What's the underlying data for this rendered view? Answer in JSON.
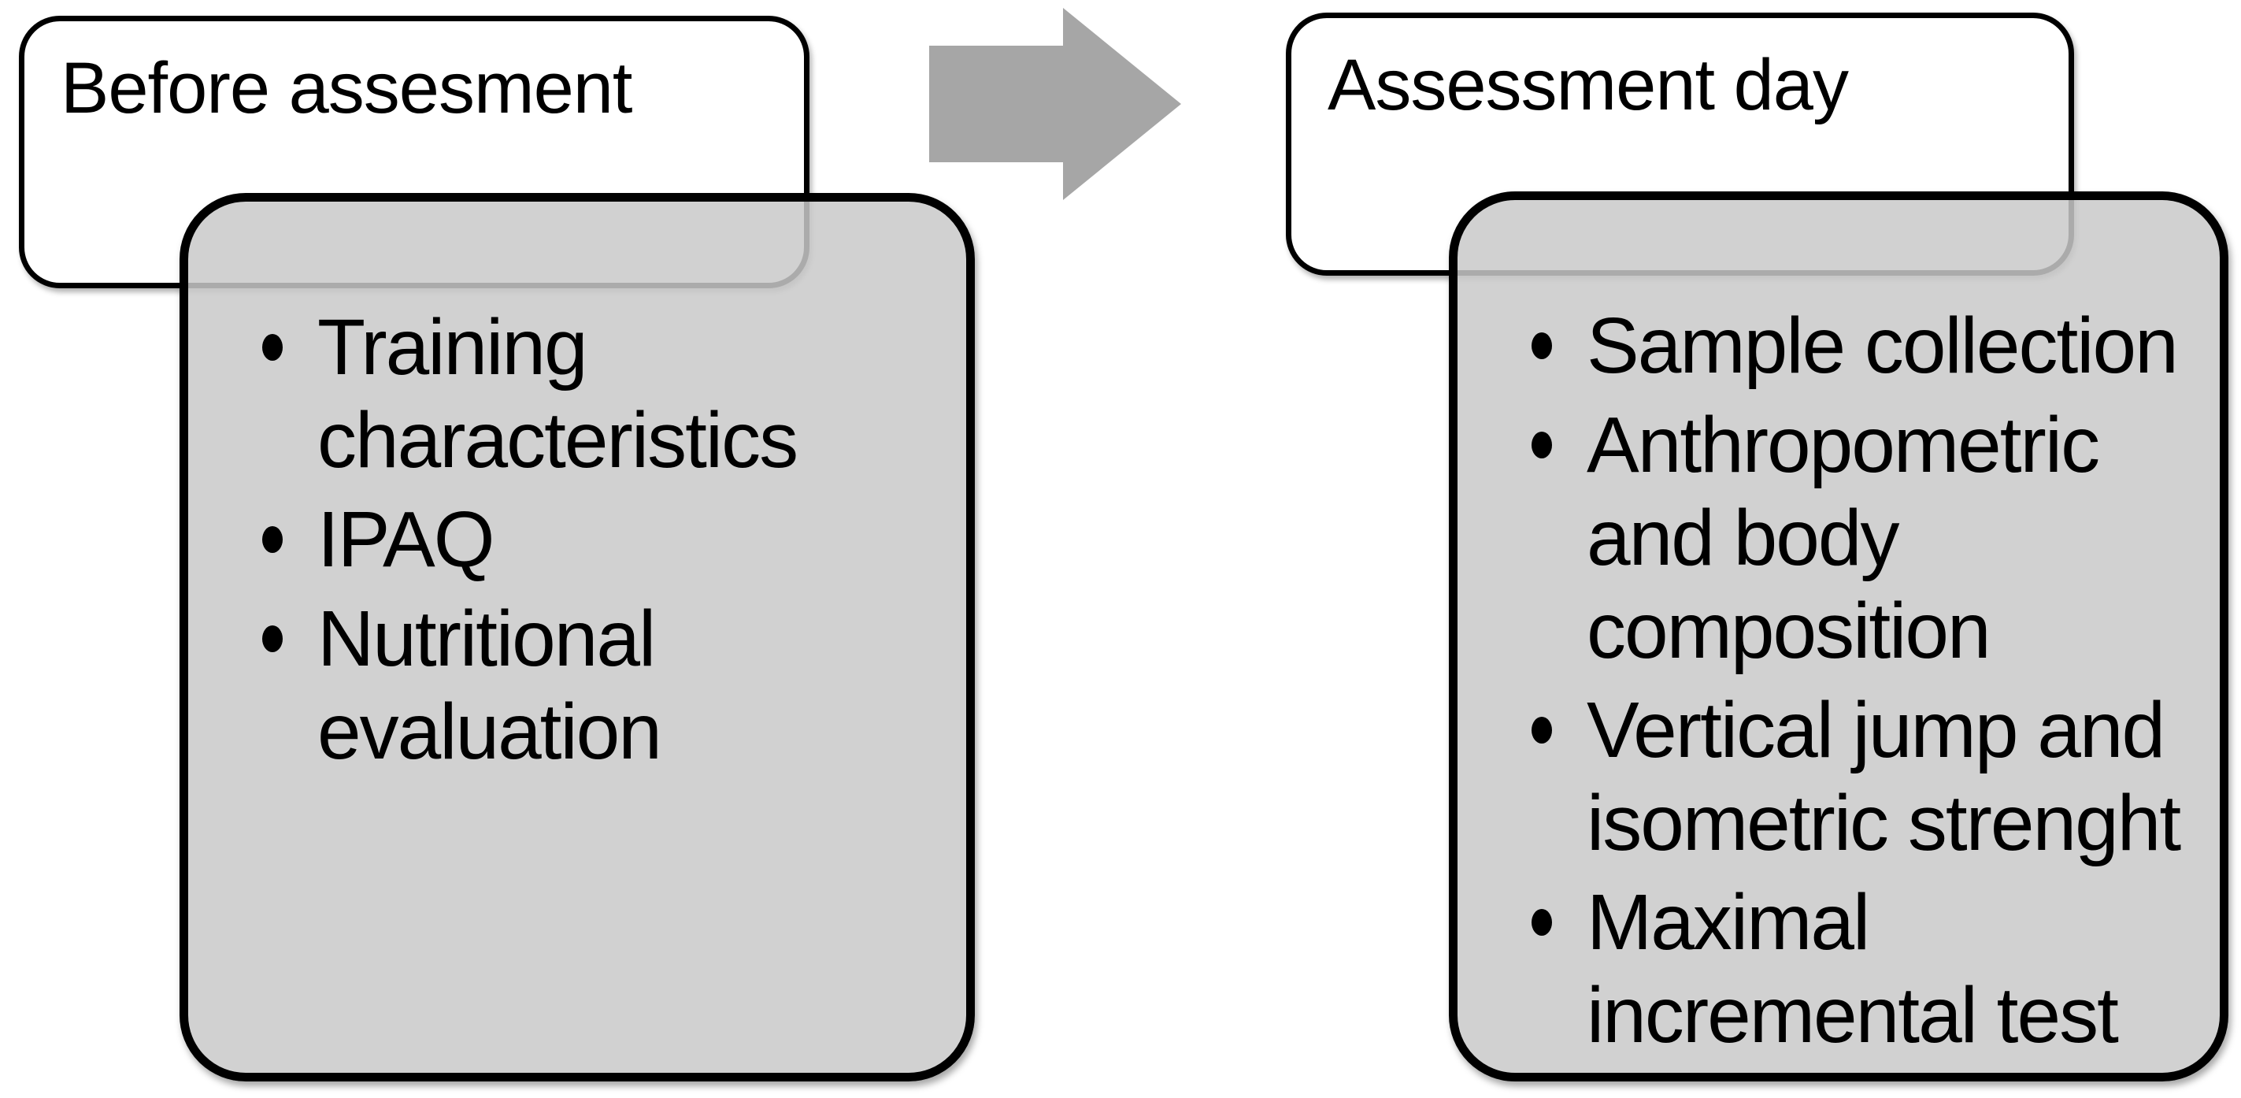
{
  "diagram": {
    "type": "process-flow",
    "panels": [
      {
        "title": "Before assesment",
        "items": [
          "Training\ncharacteristics",
          "IPAQ",
          "Nutritional\nevaluation"
        ]
      },
      {
        "title": "Assessment day",
        "items": [
          "Sample collection",
          "Anthropometric\nand body\ncomposition",
          "Vertical jump and\nisometric strenght",
          "Maximal\nincremental test"
        ]
      }
    ],
    "arrow": {
      "direction": "right",
      "color": "#A6A6A6"
    },
    "colors": {
      "background": "#FFFFFF",
      "title_box_fill": "#FFFFFF",
      "content_box_fill": "#D1D1D1",
      "border": "#000000",
      "text": "#000000"
    }
  }
}
